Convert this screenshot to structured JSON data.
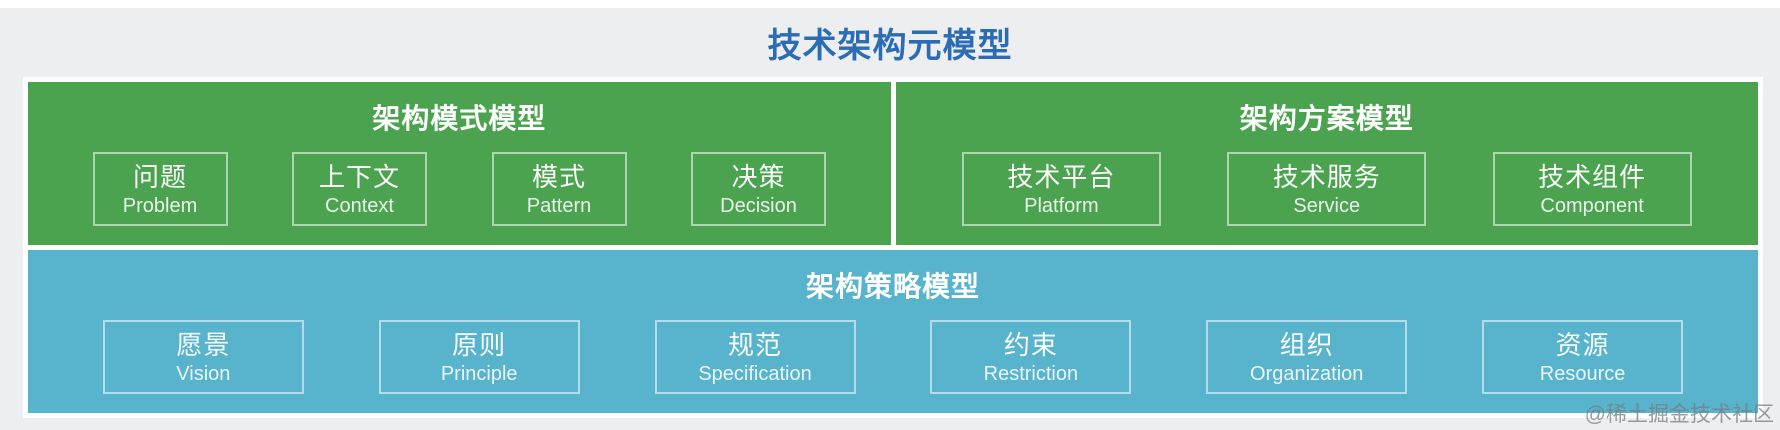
{
  "page": {
    "title": "技术架构元模型",
    "watermark": "@稀土掘金技术社区"
  },
  "colors": {
    "title_blue": "#2c6cb5",
    "panel_green": "#4ba350",
    "panel_blue": "#58b3cc",
    "stage_background": "#edeef0",
    "node_border": "rgba(255,255,255,0.55)",
    "node_text": "#ffffff"
  },
  "sections": {
    "pattern_model": {
      "title": "架构模式模型",
      "items": [
        {
          "zh": "问题",
          "en": "Problem"
        },
        {
          "zh": "上下文",
          "en": "Context"
        },
        {
          "zh": "模式",
          "en": "Pattern"
        },
        {
          "zh": "决策",
          "en": "Decision"
        }
      ]
    },
    "solution_model": {
      "title": "架构方案模型",
      "items": [
        {
          "zh": "技术平台",
          "en": "Platform"
        },
        {
          "zh": "技术服务",
          "en": "Service"
        },
        {
          "zh": "技术组件",
          "en": "Component"
        }
      ]
    },
    "strategy_model": {
      "title": "架构策略模型",
      "items": [
        {
          "zh": "愿景",
          "en": "Vision"
        },
        {
          "zh": "原则",
          "en": "Principle"
        },
        {
          "zh": "规范",
          "en": "Specification"
        },
        {
          "zh": "约束",
          "en": "Restriction"
        },
        {
          "zh": "组织",
          "en": "Organization"
        },
        {
          "zh": "资源",
          "en": "Resource"
        }
      ]
    }
  }
}
